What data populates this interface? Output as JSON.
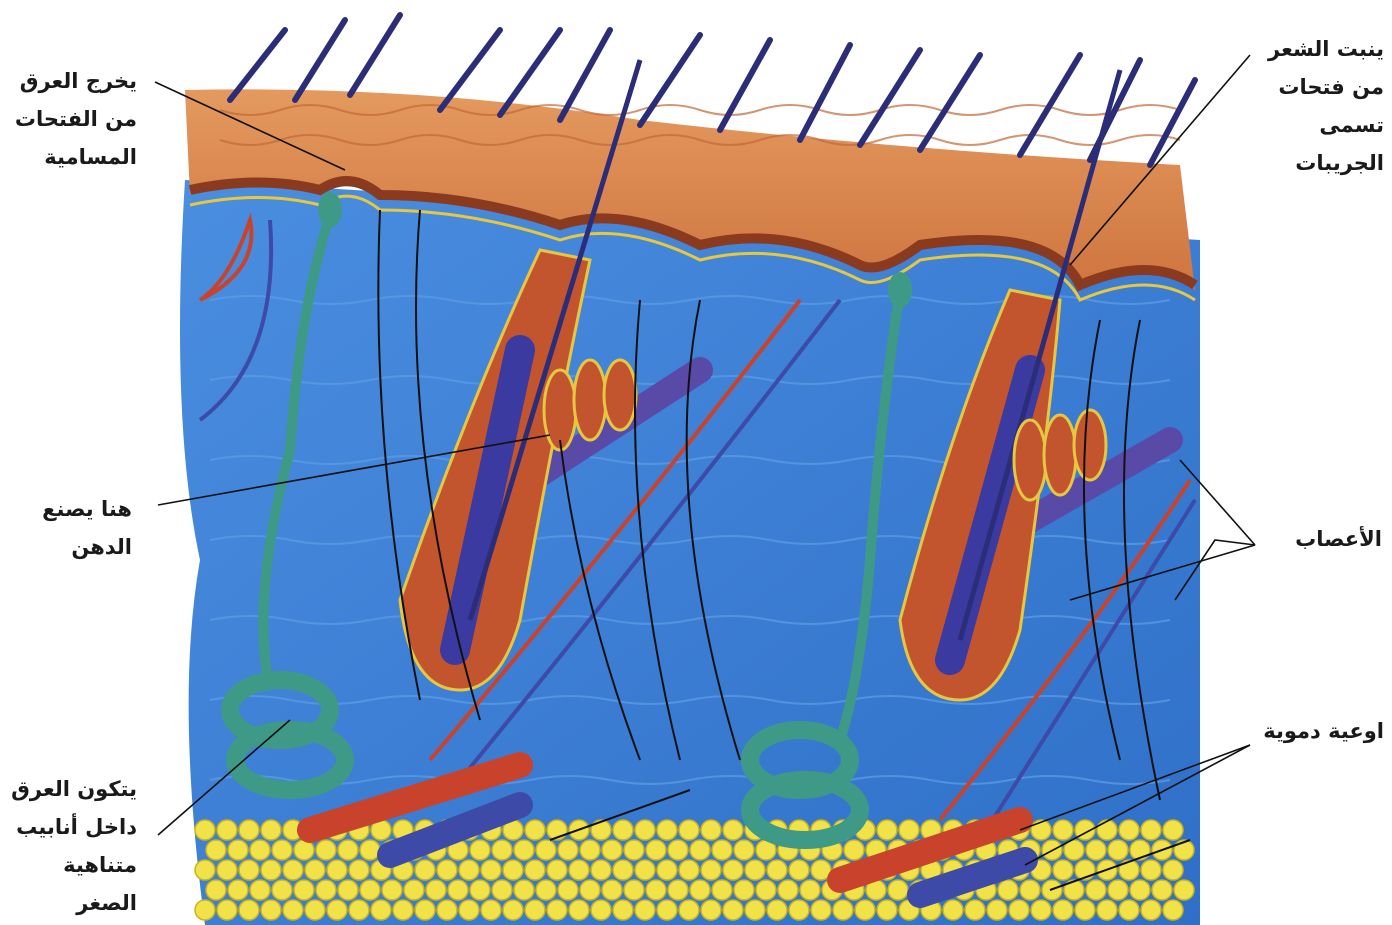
{
  "labels": {
    "sweat_exit": [
      "يخرج العرق",
      "من الفتحات",
      "المسامية"
    ],
    "hair_follicle": [
      "ينبت الشعر",
      "من فتحات",
      "تسمى",
      "الجريبات"
    ],
    "oil_gland": [
      "هنا يصنع",
      "الدهن"
    ],
    "nerves": [
      "الأعصاب"
    ],
    "blood_vessels": [
      "اوعية دموية"
    ],
    "sweat_gland": [
      "يتكون العرق",
      "داخل أنابيب",
      "متناهية",
      "الصغر"
    ]
  },
  "colors": {
    "skin_surface": "#d9844c",
    "skin_dark": "#a8482a",
    "dermis_blue": "#3b7fd6",
    "follicle": "#c2552e",
    "hair": "#2f2f8a",
    "artery": "#c9432c",
    "vein": "#3d4aa8",
    "sweat_gland": "#3e9a86",
    "fat": "#f2e24a",
    "nerve": "#111111",
    "label_line": "#111111"
  }
}
